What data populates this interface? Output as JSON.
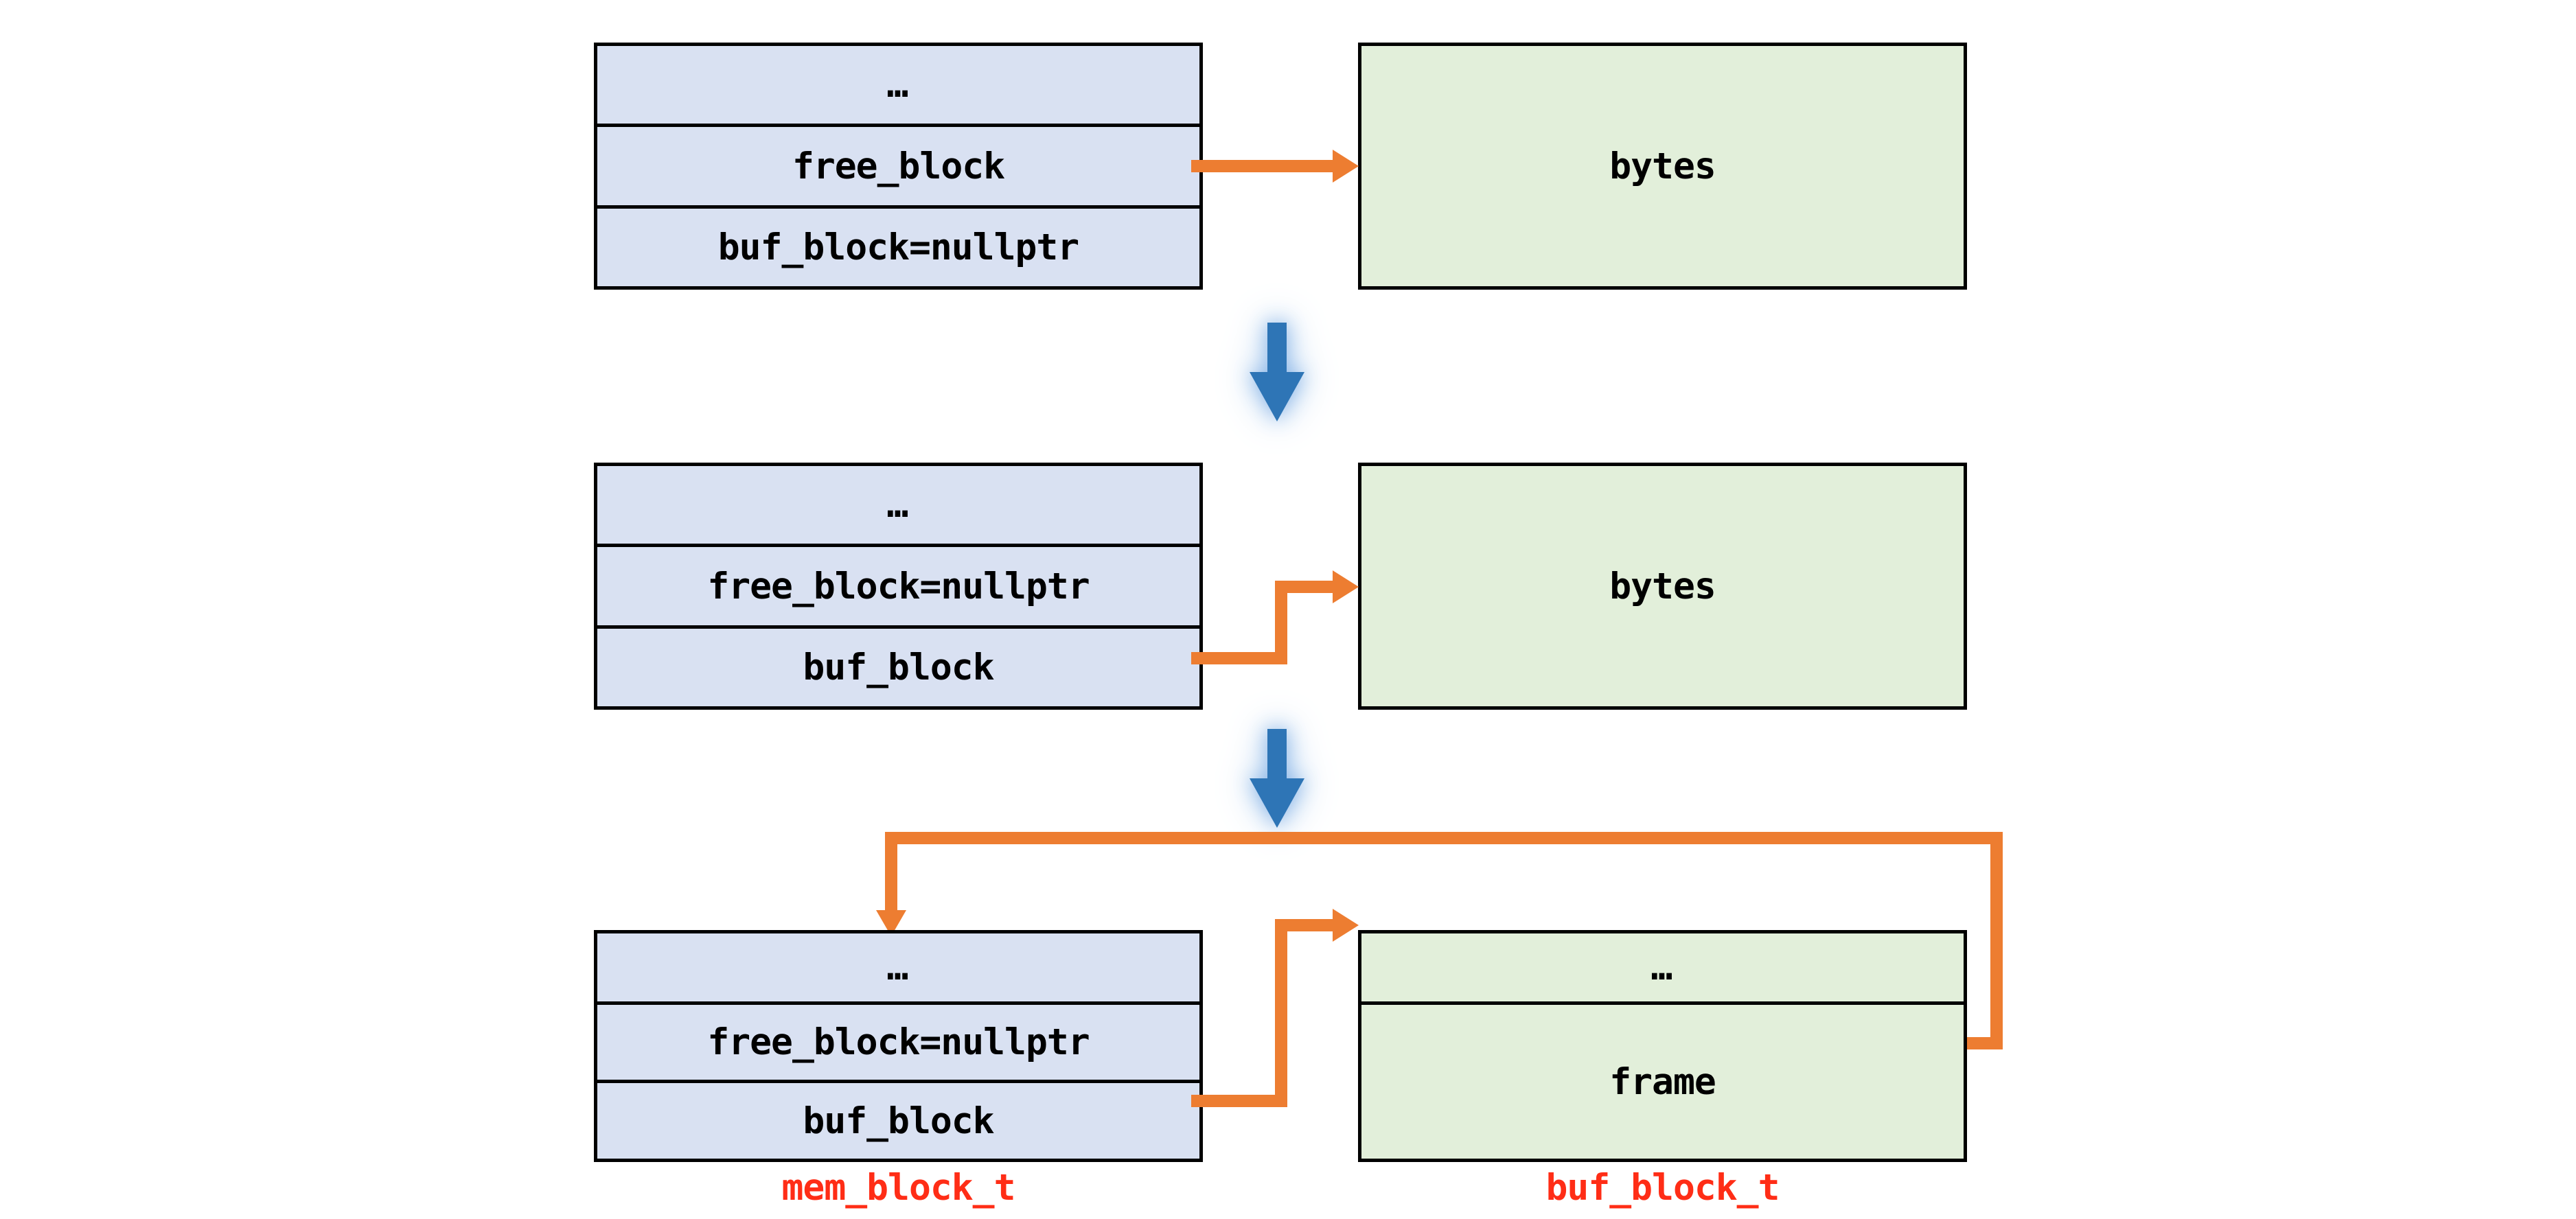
{
  "diagram": {
    "title_text": "",
    "colors": {
      "mem_block_fill": "#d9e1f2",
      "buf_block_fill": "#e2efda",
      "border": "#000000",
      "connector": "#ed7d31",
      "step_arrow": "#2e75b6",
      "type_label": "#ff2d16"
    },
    "stages": [
      {
        "stage_index": 1,
        "mem_block": {
          "fields": [
            {
              "label": "…",
              "kind": "ellipsis"
            },
            {
              "label": "free_block",
              "kind": "pointer"
            },
            {
              "label": "buf_block=nullptr",
              "kind": "null-pointer"
            }
          ]
        },
        "buf_block": {
          "fields": [
            {
              "label": "bytes",
              "kind": "payload"
            }
          ]
        },
        "connector": {
          "from": "free_block",
          "to": "bytes",
          "shape": "straight-right"
        }
      },
      {
        "stage_index": 2,
        "mem_block": {
          "fields": [
            {
              "label": "…",
              "kind": "ellipsis"
            },
            {
              "label": "free_block=nullptr",
              "kind": "null-pointer"
            },
            {
              "label": "buf_block",
              "kind": "pointer"
            }
          ]
        },
        "buf_block": {
          "fields": [
            {
              "label": "bytes",
              "kind": "payload"
            }
          ]
        },
        "connector": {
          "from": "buf_block",
          "to": "bytes",
          "shape": "elbow-right-up-right"
        }
      },
      {
        "stage_index": 3,
        "mem_block": {
          "fields": [
            {
              "label": "…",
              "kind": "ellipsis"
            },
            {
              "label": "free_block=nullptr",
              "kind": "null-pointer"
            },
            {
              "label": "buf_block",
              "kind": "pointer"
            }
          ]
        },
        "buf_block": {
          "fields": [
            {
              "label": "…",
              "kind": "ellipsis"
            },
            {
              "label": "frame",
              "kind": "payload"
            }
          ]
        },
        "connector": {
          "from": "buf_block",
          "to": "frame-box",
          "shape": "elbow-right-up-right"
        },
        "back_connector": {
          "from": "frame",
          "to": "mem_block-top",
          "shape": "route-up-left-down"
        }
      }
    ],
    "step_arrows": [
      {
        "name": "step-arrow-1-to-2",
        "direction": "down"
      },
      {
        "name": "step-arrow-2-to-3",
        "direction": "down"
      }
    ],
    "type_labels": [
      {
        "name": "mem-block-type-label",
        "text": "mem_block_t"
      },
      {
        "name": "buf-block-type-label",
        "text": "buf_block_t"
      }
    ]
  }
}
